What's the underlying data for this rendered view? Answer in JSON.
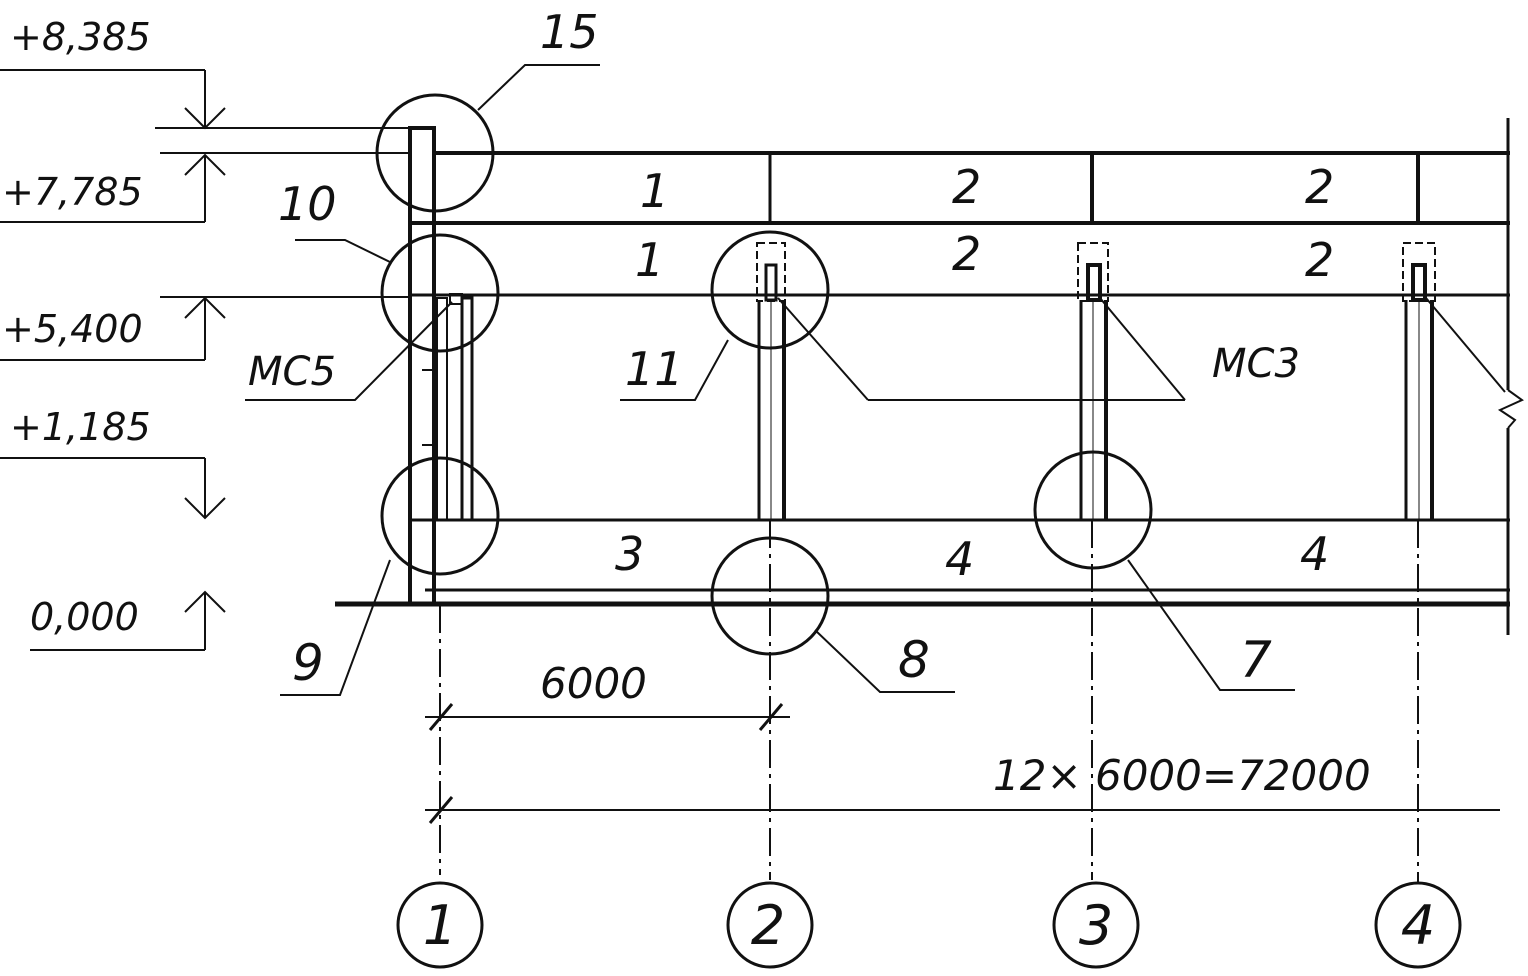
{
  "elevations": {
    "e8385": "+8,385",
    "e7785": "+7,785",
    "e5400": "+5,400",
    "e1185": "+1,185",
    "e0000": "0,000"
  },
  "callouts": {
    "c15": "15",
    "c10": "10",
    "c11": "11",
    "c9": "9",
    "c8": "8",
    "c7": "7"
  },
  "members": {
    "top_row": [
      "1",
      "2",
      "2"
    ],
    "second_row": [
      "1",
      "2",
      "2"
    ],
    "bottom_row": [
      "3",
      "4",
      "4"
    ]
  },
  "labels": {
    "mc5": "МС5",
    "mc3": "МС3"
  },
  "dimensions": {
    "span": "6000",
    "total": "12× 6000=72000"
  },
  "axes": [
    "1",
    "2",
    "3",
    "4"
  ]
}
